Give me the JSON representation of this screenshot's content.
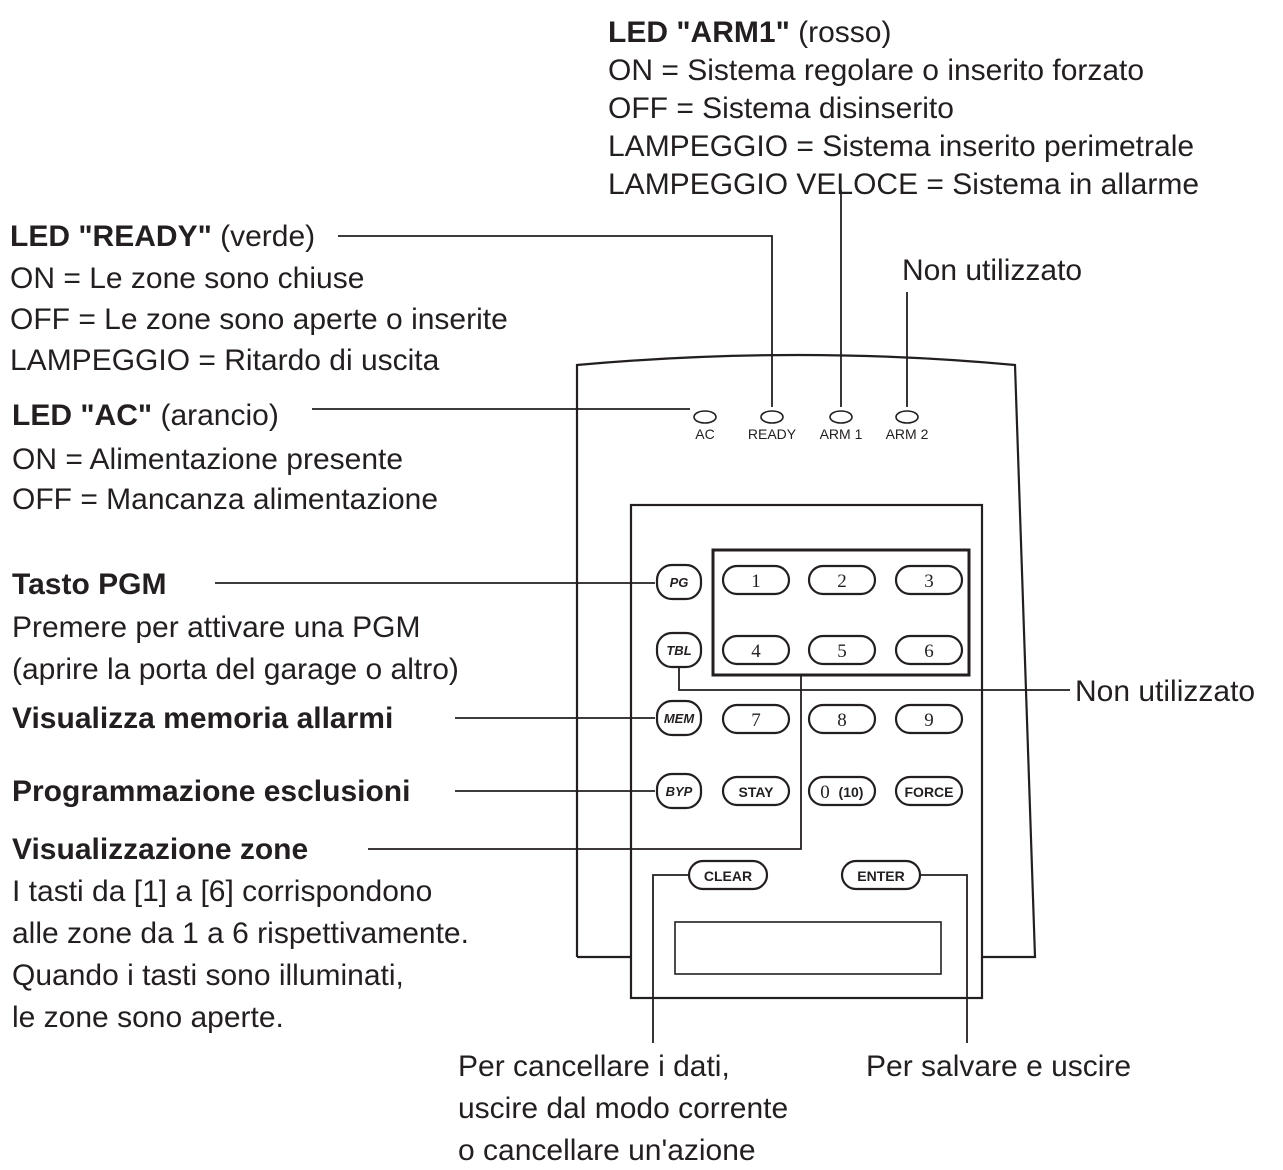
{
  "arm1": {
    "title": "LED \"ARM1\"",
    "color": " (rosso)",
    "lines": [
      "ON   = Sistema regolare o inserito forzato",
      "OFF = Sistema disinserito",
      "LAMPEGGIO = Sistema inserito perimetrale",
      "LAMPEGGIO VELOCE = Sistema in allarme"
    ]
  },
  "arm2": {
    "label": "Non utilizzato"
  },
  "ready": {
    "title": "LED \"READY\"",
    "color": " (verde)",
    "lines": [
      "ON   = Le zone sono chiuse",
      "OFF = Le zone sono aperte o inserite",
      "LAMPEGGIO = Ritardo di uscita"
    ]
  },
  "ac": {
    "title": "LED \"AC\"",
    "color": " (arancio)",
    "lines": [
      "ON   = Alimentazione presente",
      "OFF = Mancanza alimentazione"
    ]
  },
  "pgm": {
    "title": "Tasto PGM",
    "lines": [
      "Premere per attivare una PGM",
      "(aprire la porta del garage o altro)"
    ]
  },
  "tbl": {
    "label": "Non utilizzato"
  },
  "mem": {
    "title": "Visualizza memoria allarmi"
  },
  "byp": {
    "title": "Programmazione esclusioni"
  },
  "zones": {
    "title": "Visualizzazione zone",
    "lines": [
      "I tasti da [1] a [6] corrispondono",
      "alle zone da 1 a 6 rispettivamente.",
      "Quando i tasti sono illuminati,",
      "le zone sono aperte."
    ]
  },
  "clear_desc": {
    "lines": [
      "Per cancellare i dati,",
      "uscire dal modo corrente",
      "o cancellare un'azione"
    ]
  },
  "enter_desc": {
    "label": "Per salvare e uscire"
  },
  "keypad": {
    "leds": [
      "AC",
      "READY",
      "ARM 1",
      "ARM 2"
    ],
    "func_keys": [
      "PG",
      "TBL",
      "MEM",
      "BYP"
    ],
    "digit_keys": [
      "1",
      "2",
      "3",
      "4",
      "5",
      "6",
      "7",
      "8",
      "9"
    ],
    "bottom_keys": [
      "STAY",
      "0",
      "(10)",
      "FORCE"
    ],
    "clear_key": "CLEAR",
    "enter_key": "ENTER"
  },
  "colors": {
    "ink": "#231f20",
    "background": "#ffffff"
  }
}
